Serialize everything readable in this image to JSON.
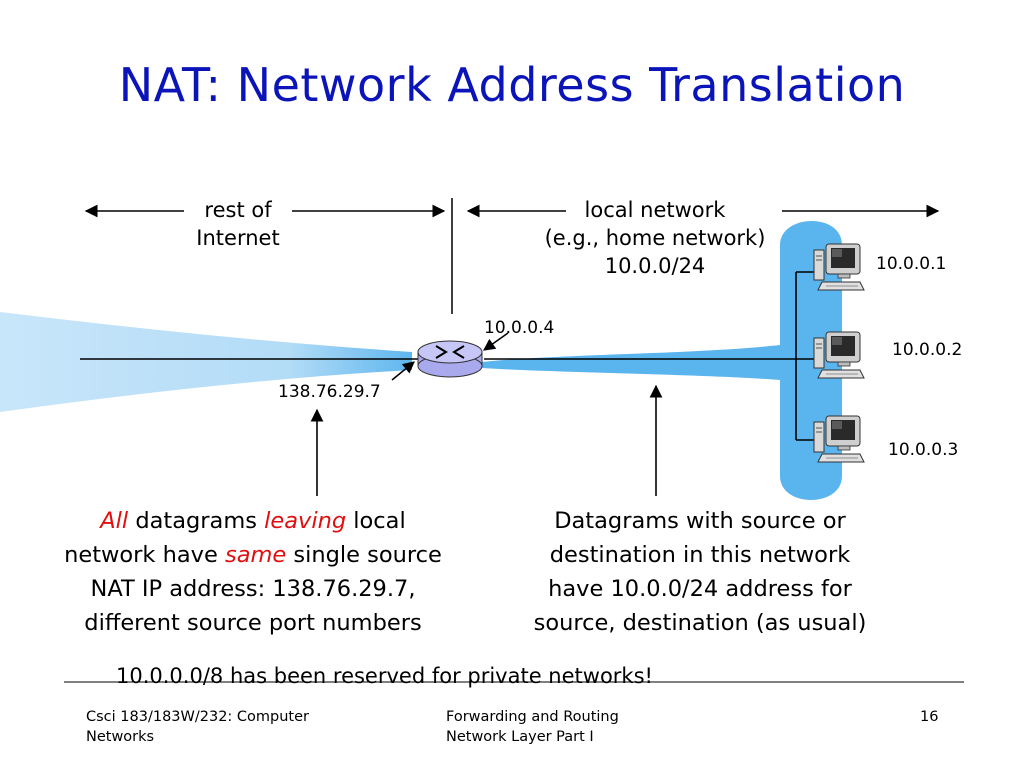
{
  "title": "NAT: Network Address Translation",
  "labels": {
    "rest_of_internet_line1": "rest of",
    "rest_of_internet_line2": "Internet",
    "local_network_line1": "local network",
    "local_network_line2": "(e.g., home network)",
    "local_network_line3": "10.0.0/24"
  },
  "addresses": {
    "router_inside": "10.0.0.4",
    "router_outside": "138.76.29.7",
    "host1": "10.0.0.1",
    "host2": "10.0.0.2",
    "host3": "10.0.0.3"
  },
  "left_block": {
    "l1_a": "All",
    "l1_b": " datagrams ",
    "l1_c": "leaving",
    "l1_d": " local",
    "l2_a": "network have ",
    "l2_b": "same",
    "l2_c": " single source",
    "l3": "NAT IP address: 138.76.29.7,",
    "l4": "different source port numbers"
  },
  "right_block": {
    "l1": "Datagrams with source or",
    "l2": "destination in this network",
    "l3": "have 10.0.0/24 address for",
    "l4": "source, destination (as usual)"
  },
  "note": "10.0.0.0/8 has been reserved for private networks!",
  "footer": {
    "course_line1": "Csci 183/183W/232: Computer",
    "course_line2": "Networks",
    "topic_line1": "Forwarding and Routing",
    "topic_line2": "Network Layer Part I",
    "page_number": "16"
  },
  "colors": {
    "title": "#0b14b8",
    "local_network_blob": "#5ab4ee",
    "internet_cloud": "#bfe0f7",
    "emphasis": "#e01010"
  },
  "icons": {
    "router": "router-icon",
    "host": "computer-icon"
  }
}
